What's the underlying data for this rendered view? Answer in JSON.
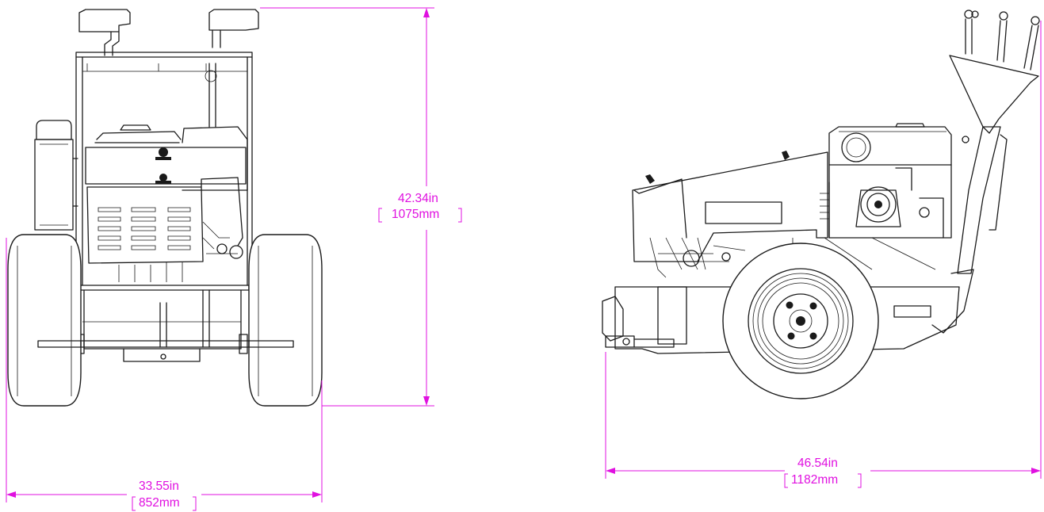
{
  "dimensions": {
    "front_height": {
      "primary": "42.34in",
      "secondary": "1075mm"
    },
    "front_width": {
      "primary": "33.55in",
      "secondary": "852mm"
    },
    "side_length": {
      "primary": "46.54in",
      "secondary": "1182mm"
    }
  },
  "colors": {
    "dimension": "#e010e0",
    "linework": "#1a1a1a",
    "background": "#ffffff"
  }
}
